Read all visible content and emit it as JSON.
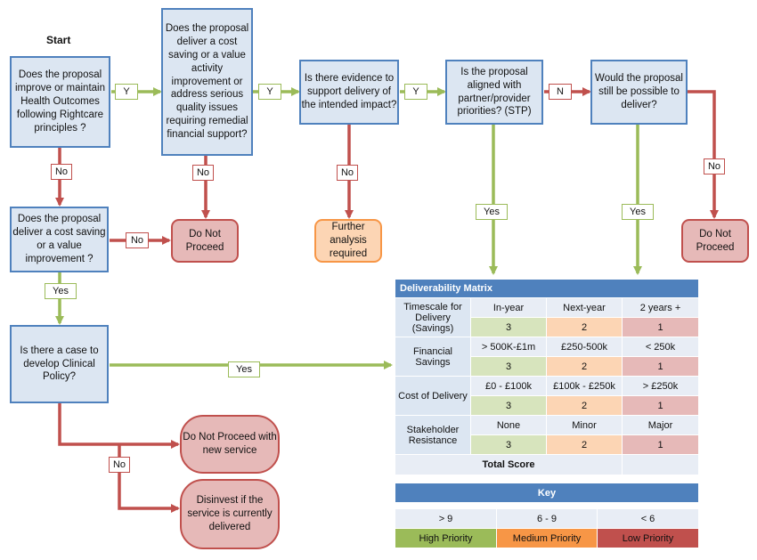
{
  "start_label": "Start",
  "nodes": {
    "q1": "Does the proposal improve or maintain Health Outcomes following Rightcare principles ?",
    "q2": "Does the proposal deliver a cost saving or a value activity improvement or address serious quality issues requiring remedial financial support?",
    "q3": "Is there evidence to support delivery of the intended impact?",
    "q4": "Is the proposal aligned with partner/provider priorities? (STP)",
    "q5": "Would the proposal still be possible to deliver?",
    "q6": "Does the proposal deliver a cost saving or a value improvement ?",
    "q7": "Is there a case to develop Clinical Policy?",
    "stop1": "Do Not Proceed",
    "stop2": "Do Not Proceed",
    "further": "Further analysis required",
    "oval1": "Do Not Proceed with new service",
    "oval2": "Disinvest if the service is currently delivered"
  },
  "edge_labels": {
    "y1": "Y",
    "y2": "Y",
    "y3": "Y",
    "n1": "N",
    "no1": "No",
    "no2": "No",
    "no3": "No",
    "no4": "No",
    "no5": "No",
    "no6": "No",
    "yes1": "Yes",
    "yes2": "Yes",
    "yes3": "Yes",
    "yes4": "Yes"
  },
  "matrix": {
    "title": "Deliverability Matrix",
    "rows": [
      {
        "label": "Timescale for Delivery (Savings)",
        "options": [
          "In-year",
          "Next-year",
          "2 years +"
        ],
        "scores": [
          "3",
          "2",
          "1"
        ]
      },
      {
        "label": "Financial Savings",
        "options": [
          "> 500K-£1m",
          "£250-500k",
          "< 250k"
        ],
        "scores": [
          "3",
          "2",
          "1"
        ]
      },
      {
        "label": "Cost of Delivery",
        "options": [
          "£0 - £100k",
          "£100k - £250k",
          "> £250k"
        ],
        "scores": [
          "3",
          "2",
          "1"
        ]
      },
      {
        "label": "Stakeholder Resistance",
        "options": [
          "None",
          "Minor",
          "Major"
        ],
        "scores": [
          "3",
          "2",
          "1"
        ]
      }
    ],
    "total_label": "Total Score"
  },
  "key": {
    "title": "Key",
    "ranges": [
      "> 9",
      "6 - 9",
      "< 6"
    ],
    "priorities": [
      "High Priority",
      "Medium Priority",
      "Low Priority"
    ]
  },
  "colors": {
    "question_fill": "#dce6f2",
    "question_border": "#4f81bd",
    "yes_arrow": "#9bbb59",
    "no_arrow": "#c0504d",
    "stop_fill": "#e6b9b8",
    "further_fill": "#fcd5b4",
    "further_border": "#f79646"
  }
}
